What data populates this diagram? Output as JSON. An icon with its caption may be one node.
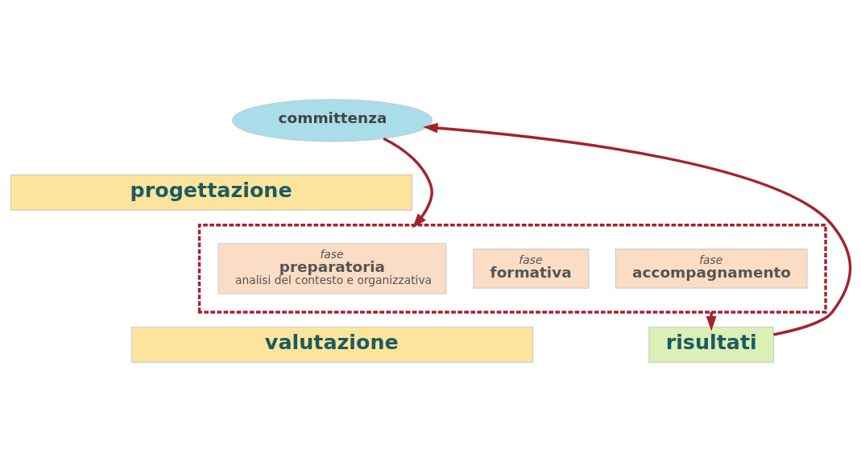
{
  "diagram": {
    "nodes": [
      {
        "text": [
          "committenza"
        ]
      },
      {
        "text": [
          "progettazione"
        ]
      },
      {
        "text": [],
        "shape": "box"
      },
      {
        "text": [
          "fase",
          "preparatoria",
          "analisi del contesto e organizzativa"
        ],
        "in": 2
      },
      {
        "text": [
          "fase",
          "formativa"
        ],
        "in": 2
      },
      {
        "text": [
          "fase",
          "accompagnamento"
        ],
        "in": 2
      },
      {
        "text": [
          "risultati"
        ]
      },
      {
        "text": [
          "valutazione"
        ]
      }
    ],
    "edges": [
      {
        "from": 0,
        "to": 2,
        "arrow": "to"
      },
      {
        "from": 2,
        "to": 6,
        "arrow": "to"
      },
      {
        "from": 6,
        "to": 0,
        "arrow": "to"
      }
    ]
  }
}
